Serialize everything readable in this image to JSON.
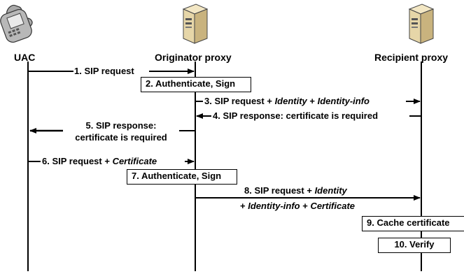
{
  "entities": {
    "uac": "UAC",
    "originator": "Originator  proxy",
    "recipient": "Recipient proxy"
  },
  "steps": {
    "s1": "1. SIP request",
    "s2": "2. Authenticate, Sign",
    "s3": {
      "a": "3. SIP request + ",
      "b": "Identity",
      "c": " + ",
      "d": "Identity-info"
    },
    "s4": "4. SIP response: certificate is required",
    "s5a": "5. SIP response:",
    "s5b": "certificate is required",
    "s6": {
      "a": "6. SIP request + ",
      "b": "Certificate"
    },
    "s7": "7. Authenticate, Sign",
    "s8a": {
      "a": "8. SIP request + ",
      "b": "Identity"
    },
    "s8b": {
      "a": "+ ",
      "b": "Identity-info",
      "c": " + ",
      "d": "Certificate"
    },
    "s9": "9. Cache certificate",
    "s10": "10. Verify"
  }
}
